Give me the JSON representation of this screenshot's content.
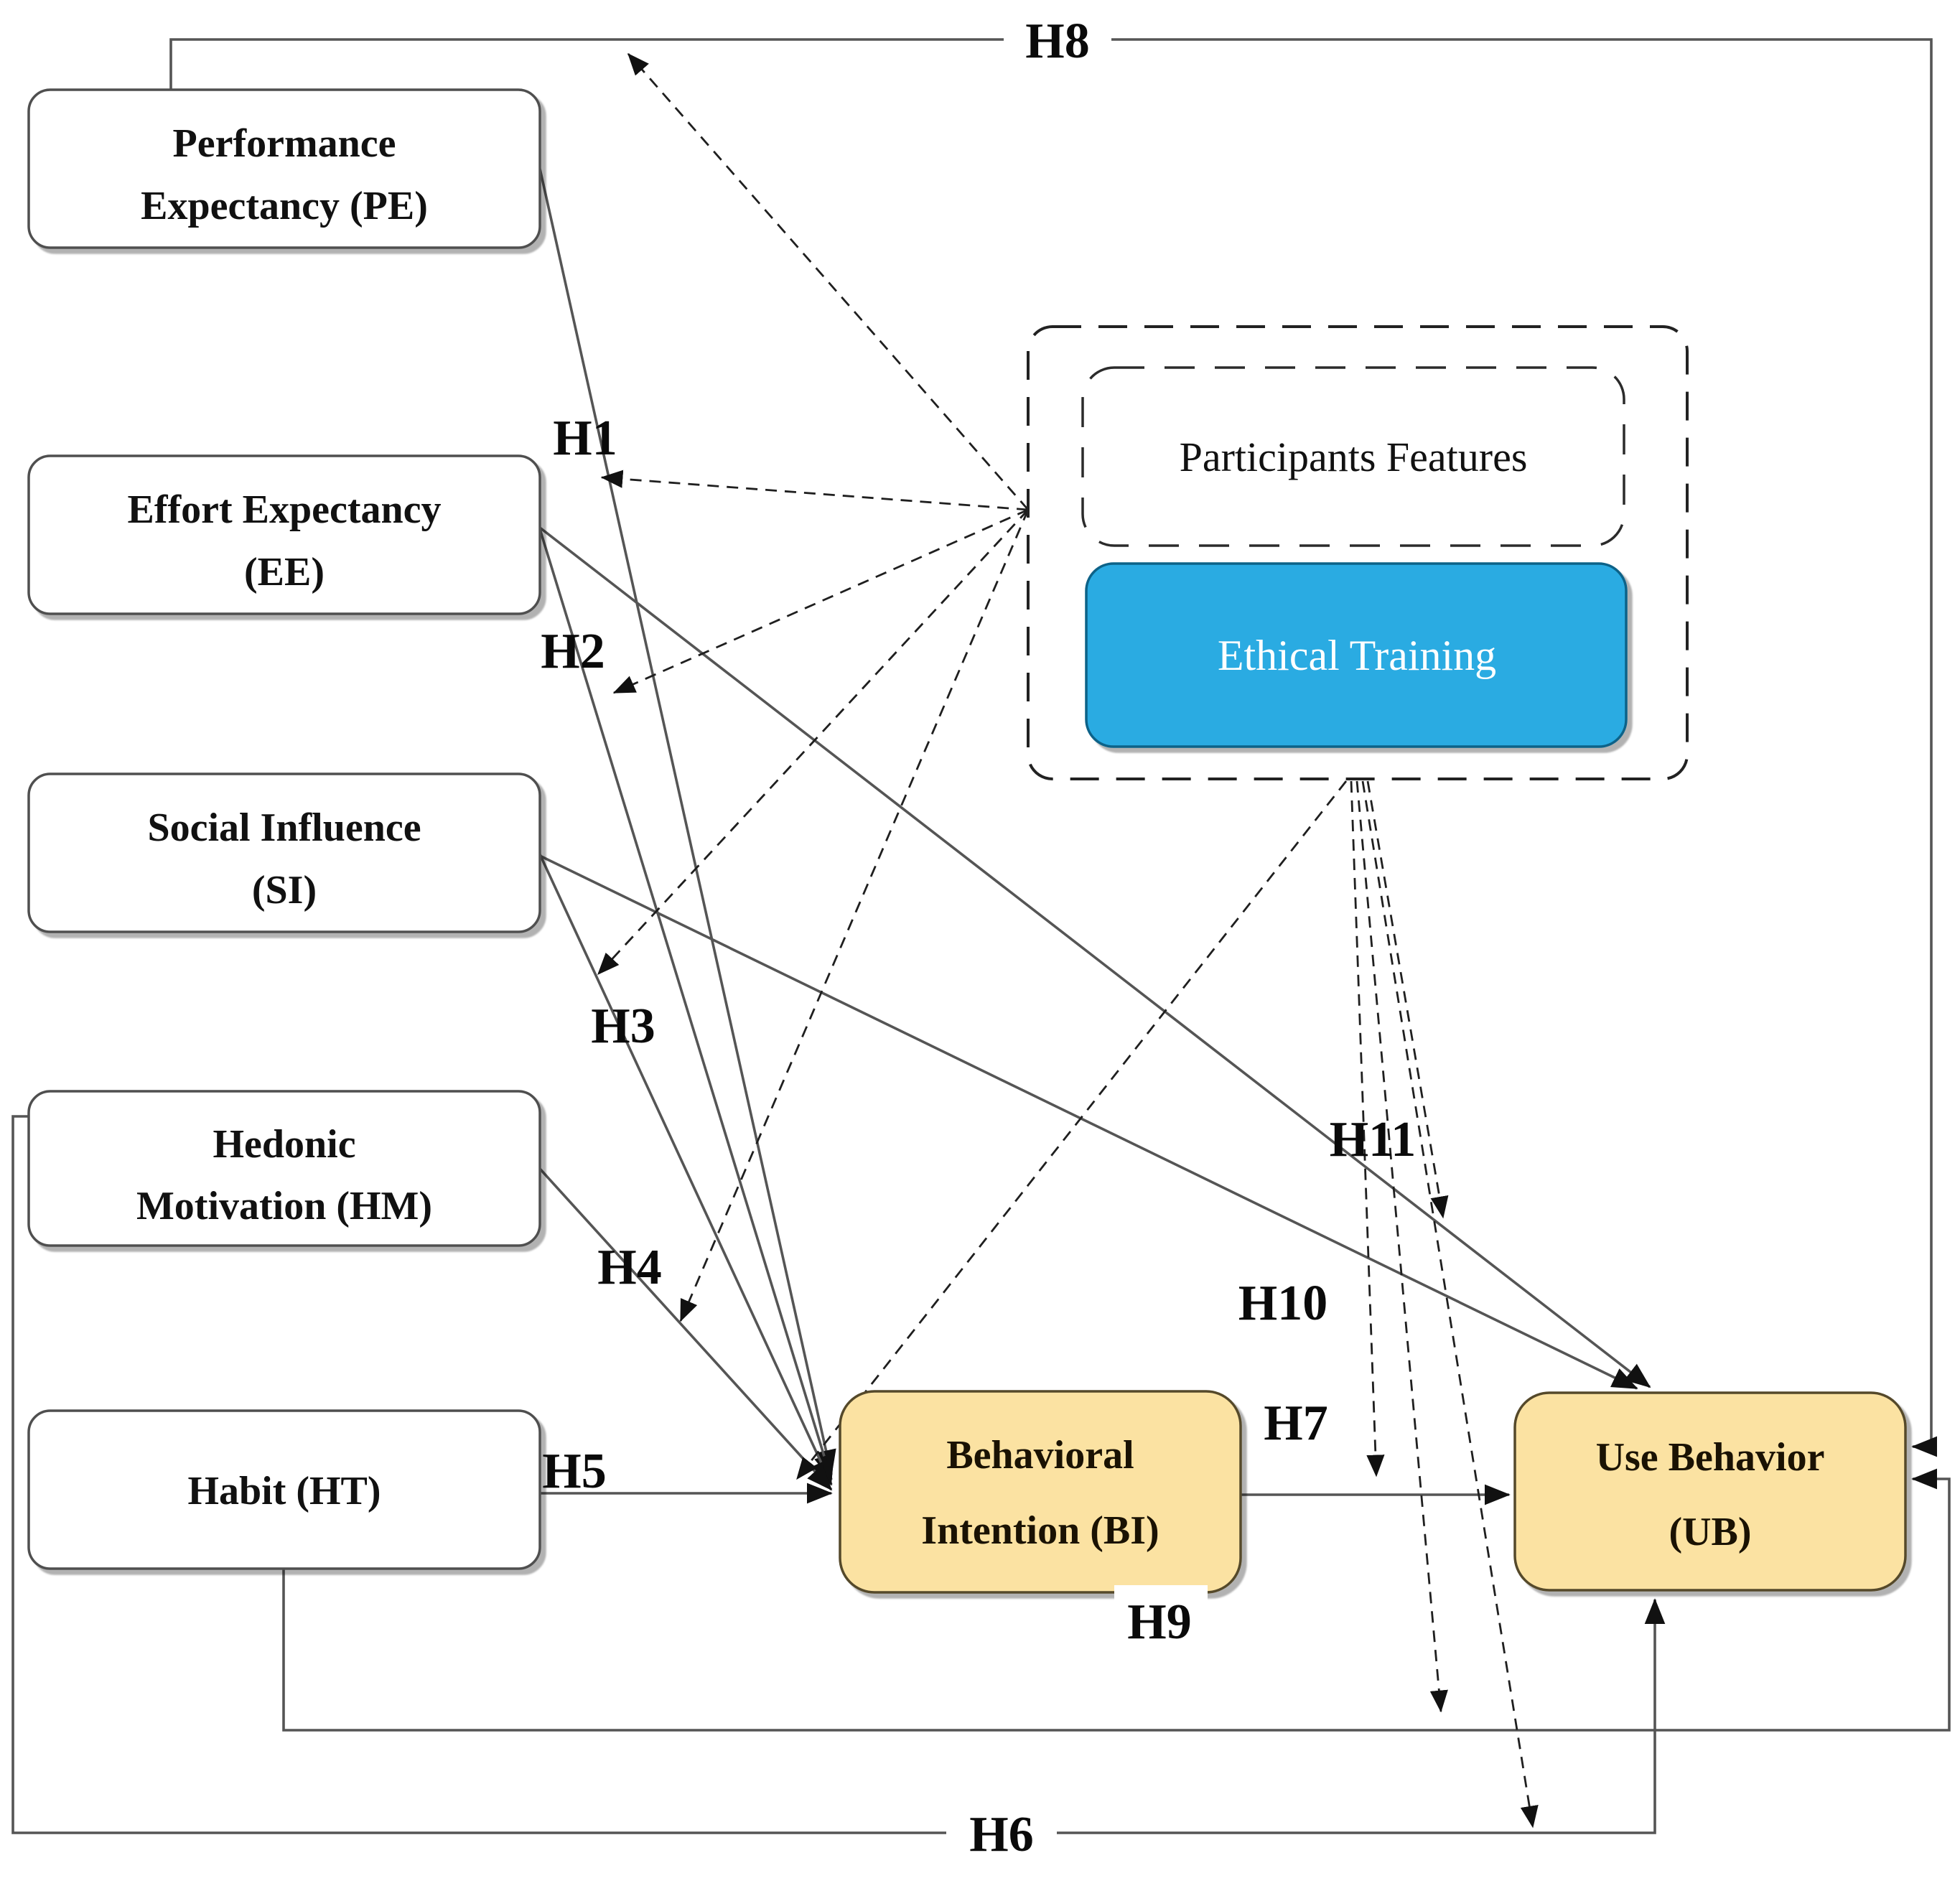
{
  "nodes": {
    "pe": {
      "line1": "Performance",
      "line2": "Expectancy (PE)"
    },
    "ee": {
      "line1": "Effort Expectancy",
      "line2": "(EE)"
    },
    "si": {
      "line1": "Social Influence",
      "line2": "(SI)"
    },
    "hm": {
      "line1": "Hedonic",
      "line2": "Motivation (HM)"
    },
    "ht": {
      "line1": "Habit (HT)"
    },
    "bi": {
      "line1": "Behavioral",
      "line2": "Intention (BI)"
    },
    "ub": {
      "line1": "Use Behavior",
      "line2": "(UB)"
    },
    "pf": {
      "line1": "Participants Features"
    },
    "et": {
      "line1": "Ethical Training"
    }
  },
  "hypotheses": {
    "h1": "H1",
    "h2": "H2",
    "h3": "H3",
    "h4": "H4",
    "h5": "H5",
    "h6": "H6",
    "h7": "H7",
    "h8": "H8",
    "h9": "H9",
    "h10": "H10",
    "h11": "H11"
  },
  "colors": {
    "yellow_box": "#FBE2A2",
    "blue_box": "#29ABE2",
    "white_box": "#FFFFFF",
    "line": "#555555",
    "dashed_line": "#1F1F1F"
  }
}
